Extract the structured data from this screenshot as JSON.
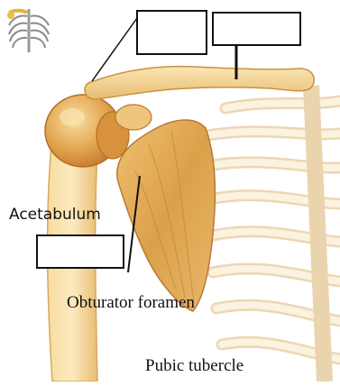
{
  "labels": {
    "acetabulum": "Acetabulum",
    "obturator_foramen": "Obturator foramen",
    "pubic_tubercle": "Pubic tubercle"
  },
  "blank_boxes": 3,
  "colors": {
    "bone_light": "#f4dba0",
    "bone_mid": "#e8b85e",
    "bone_dark": "#c9832f",
    "bone_outline": "#b97a35",
    "rib_fill": "#fbefd6",
    "rib_outline": "#e2c79e",
    "leader": "#111111"
  },
  "icons": [
    "rib-cage-thumbnail-icon"
  ]
}
